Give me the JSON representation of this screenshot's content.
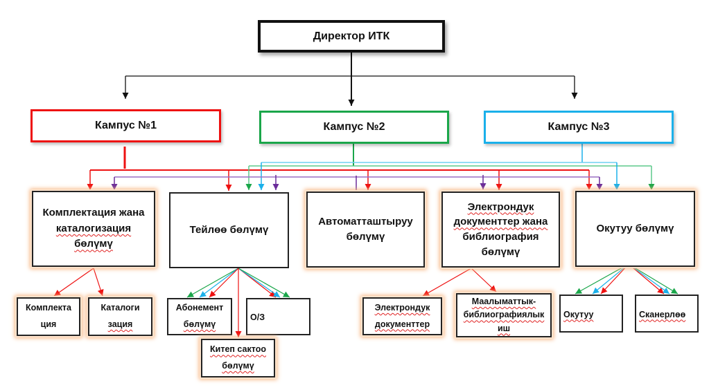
{
  "director": {
    "label": "Директор ИТК"
  },
  "campuses": [
    {
      "label": "Кампус №1",
      "color": "#ee1111"
    },
    {
      "label": "Кампус №2",
      "color": "#1aa64a"
    },
    {
      "label": "Кампус №3",
      "color": "#1ab0ea"
    }
  ],
  "connector_colors": {
    "black": "#111111",
    "campus1": "#ee1111",
    "campus2": "#1aa64a",
    "campus3": "#1ab0ea",
    "extra": "#6a2c9a"
  },
  "departments": [
    {
      "label_lines": [
        "Комплектация жана",
        "каталогизация",
        "бөлүмү"
      ]
    },
    {
      "label_lines": [
        "Тейлөө бөлүмү"
      ]
    },
    {
      "label_lines": [
        "Автоматташтыруу",
        "бөлүмү"
      ]
    },
    {
      "label_lines": [
        "Электрондук",
        "документтер жана",
        "библиография",
        "бөлүмү"
      ]
    },
    {
      "label_lines": [
        "Окутуу бөлүмү"
      ]
    }
  ],
  "subunits": [
    {
      "label_lines": [
        "Комплекта",
        "ция"
      ]
    },
    {
      "label_lines": [
        "Каталоги",
        "зация"
      ]
    },
    {
      "label_lines": [
        "Абонемент",
        "бөлүмү"
      ]
    },
    {
      "label_lines": [
        "О/З"
      ]
    },
    {
      "label_lines": [
        "Китеп сактоо",
        "бөлүмү"
      ]
    },
    {
      "label_lines": [
        "Электрондук",
        "документтер"
      ]
    },
    {
      "label_lines": [
        "Маалыматтык-",
        "библиографиялык",
        "иш"
      ]
    },
    {
      "label_lines": [
        "Окутуу"
      ]
    },
    {
      "label_lines": [
        "Сканерлөө"
      ]
    }
  ]
}
